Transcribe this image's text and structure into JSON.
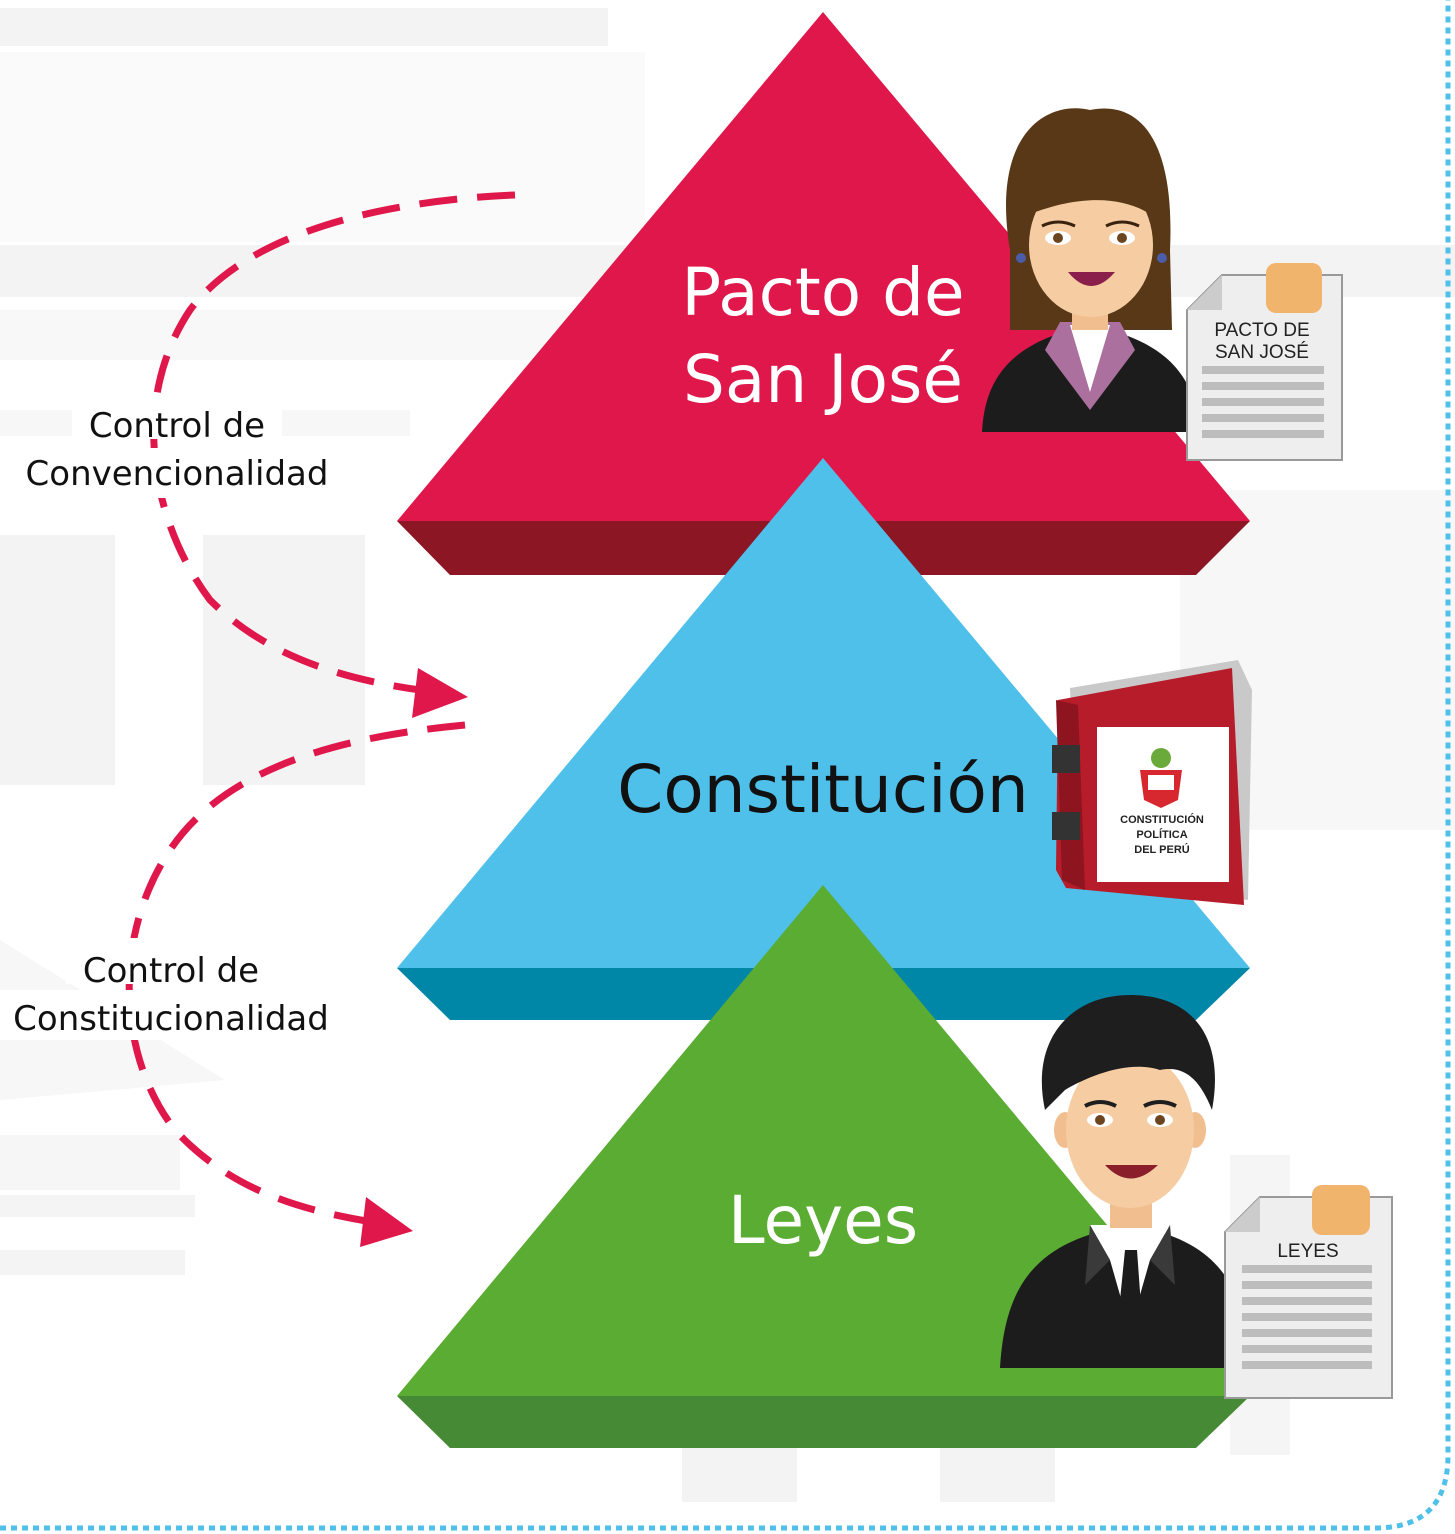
{
  "diagram": {
    "levels": [
      {
        "line1": "Pacto de",
        "line2": "San José",
        "color": "#E0174A",
        "shade": "#8C1624"
      },
      {
        "line1": "Constitución",
        "color": "#4FC0EA",
        "shade": "#0087A8"
      },
      {
        "line1": "Leyes",
        "color": "#5AAC33",
        "shade": "#468A36"
      }
    ],
    "controls": [
      {
        "line1": "Control de",
        "line2": "Convencionalidad"
      },
      {
        "line1": "Control de",
        "line2": "Constitucionalidad"
      }
    ],
    "documents": {
      "pacto_line1": "PACTO DE",
      "pacto_line2": "SAN JOSÉ",
      "leyes": "LEYES"
    },
    "book": {
      "line1": "CONSTITUCIÓN",
      "line2": "POLÍTICA",
      "line3": "DEL PERÚ"
    },
    "colors": {
      "arrow": "#E0174A",
      "border": "#4FC0EA",
      "background_shapes": "#F4F4F4"
    }
  }
}
